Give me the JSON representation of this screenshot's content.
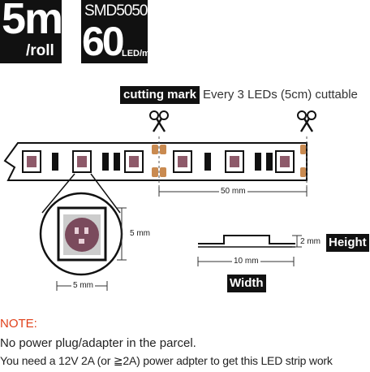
{
  "badges": {
    "length_value": "5m",
    "length_unit": "/roll",
    "chip_type": "SMD5050",
    "density_value": "60",
    "density_unit": "LED/m"
  },
  "cutting": {
    "label": "cutting mark",
    "description": "Every 3 LEDs (5cm) cuttable"
  },
  "dimensions": {
    "segment_length": "50 mm",
    "chip_height": "5 mm",
    "chip_width": "5 mm",
    "strip_thickness": "2 mm",
    "strip_width": "10 mm",
    "height_label": "Height",
    "width_label": "Width"
  },
  "note": {
    "title": "NOTE:",
    "line1": "No power plug/adapter in the parcel.",
    "line2": "You need a 12V 2A (or ≧2A) power adpter to get this LED strip work"
  },
  "colors": {
    "note_title": "#e0401a",
    "pad": "#c98a50",
    "led_core": "#8e5a6a",
    "badge_bg": "#111111"
  }
}
